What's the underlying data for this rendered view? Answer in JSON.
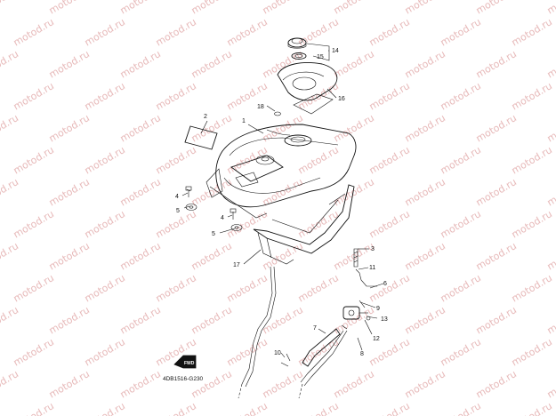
{
  "watermark": "motod.ru",
  "diagram_code": "4DB1516-G230",
  "fwd_symbol": "FWD",
  "callouts": [
    {
      "id": "c1",
      "label": "1"
    },
    {
      "id": "c2",
      "label": "2"
    },
    {
      "id": "c3",
      "label": "3"
    },
    {
      "id": "c4a",
      "label": "4"
    },
    {
      "id": "c4b",
      "label": "4"
    },
    {
      "id": "c5a",
      "label": "5"
    },
    {
      "id": "c5b",
      "label": "5"
    },
    {
      "id": "c6",
      "label": "6"
    },
    {
      "id": "c7",
      "label": "7"
    },
    {
      "id": "c8",
      "label": "8"
    },
    {
      "id": "c9",
      "label": "9"
    },
    {
      "id": "c10",
      "label": "10"
    },
    {
      "id": "c11",
      "label": "11"
    },
    {
      "id": "c12",
      "label": "12"
    },
    {
      "id": "c13",
      "label": "13"
    },
    {
      "id": "c14",
      "label": "14"
    },
    {
      "id": "c15",
      "label": "15"
    },
    {
      "id": "c16",
      "label": "16"
    },
    {
      "id": "c17",
      "label": "17"
    },
    {
      "id": "c18",
      "label": "18"
    }
  ]
}
